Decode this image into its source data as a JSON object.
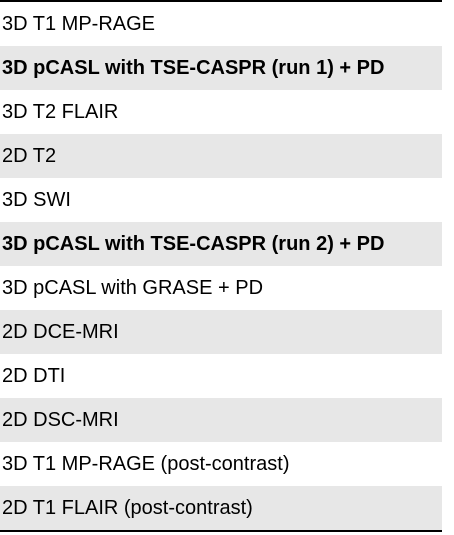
{
  "table": {
    "rows": [
      {
        "label": "3D T1 MP-RAGE",
        "bold": false,
        "shaded": false
      },
      {
        "label": "3D pCASL with TSE-CASPR (run 1) + PD",
        "bold": true,
        "shaded": true
      },
      {
        "label": "3D T2 FLAIR",
        "bold": false,
        "shaded": false
      },
      {
        "label": "2D T2",
        "bold": false,
        "shaded": true
      },
      {
        "label": "3D SWI",
        "bold": false,
        "shaded": false
      },
      {
        "label": "3D pCASL with TSE-CASPR (run 2) + PD",
        "bold": true,
        "shaded": true
      },
      {
        "label": "3D pCASL with GRASE + PD",
        "bold": false,
        "shaded": false
      },
      {
        "label": "2D DCE-MRI",
        "bold": false,
        "shaded": true
      },
      {
        "label": "2D DTI",
        "bold": false,
        "shaded": false
      },
      {
        "label": "2D DSC-MRI",
        "bold": false,
        "shaded": true
      },
      {
        "label": "3D T1 MP-RAGE (post-contrast)",
        "bold": false,
        "shaded": false
      },
      {
        "label": "2D T1 FLAIR (post-contrast)",
        "bold": false,
        "shaded": true
      }
    ]
  }
}
